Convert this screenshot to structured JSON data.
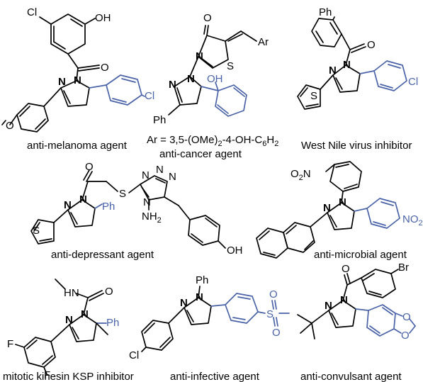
{
  "captions": {
    "c1": "anti-melanoma agent",
    "c2_formula_prefix": "Ar = 3,5-(OMe)",
    "c2_formula_sub1": "2",
    "c2_formula_mid": "-4-OH-C",
    "c2_formula_sub2": "6",
    "c2_formula_end": "H",
    "c2_formula_sub3": "2",
    "c2": "anti-cancer agent",
    "c3": "West Nile virus inhibitor",
    "c4": "anti-depressant agent",
    "c5": "anti-microbial agent",
    "c6": "mitotic kinesin KSP inhibitor",
    "c7": "anti-infective agent",
    "c8": "anti-convulsant agent"
  },
  "atoms": {
    "Cl": "Cl",
    "OH": "OH",
    "O": "O",
    "N": "N",
    "S": "S",
    "Ph": "Ph",
    "Ar": "Ar",
    "NH2_prefix": "NH",
    "NH2_sub": "2",
    "HN": "HN",
    "F": "F",
    "Br": "Br",
    "O2N_prefix": "O",
    "O2N_sub": "2",
    "O2N_suffix": "N",
    "NO2_prefix": "NO",
    "NO2_sub": "2"
  },
  "colors": {
    "bond": "#000000",
    "highlight": "#4a63a8"
  }
}
